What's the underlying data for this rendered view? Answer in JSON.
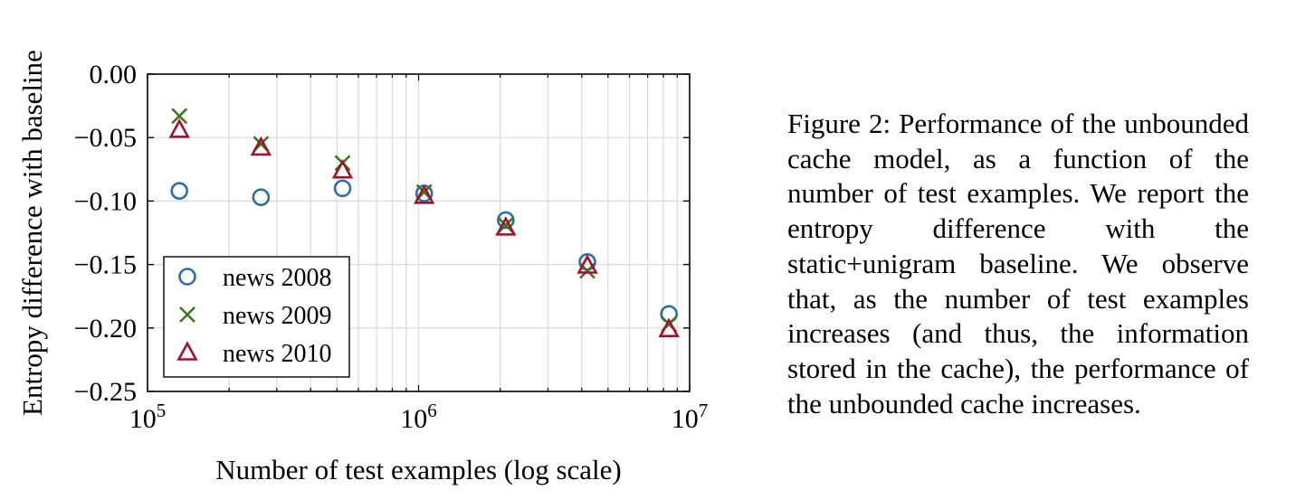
{
  "chart_data": {
    "type": "scatter",
    "xlabel": "Number of test examples (log scale)",
    "ylabel": "Entropy difference with baseline",
    "x_scale": "log",
    "xlim": [
      100000,
      10000000
    ],
    "ylim": [
      -0.25,
      0
    ],
    "x_ticks": [
      {
        "value": 100000,
        "base": "10",
        "exp": "5"
      },
      {
        "value": 1000000,
        "base": "10",
        "exp": "6"
      },
      {
        "value": 10000000,
        "base": "10",
        "exp": "7"
      }
    ],
    "y_ticks": [
      {
        "value": 0,
        "label": "0.00"
      },
      {
        "value": -0.05,
        "label": "−0.05"
      },
      {
        "value": -0.1,
        "label": "−0.10"
      },
      {
        "value": -0.15,
        "label": "−0.15"
      },
      {
        "value": -0.2,
        "label": "−0.20"
      },
      {
        "value": -0.25,
        "label": "−0.25"
      }
    ],
    "grid": true,
    "legend_position": "bottom-left",
    "x": [
      131072,
      262144,
      524288,
      1048576,
      2097152,
      4194304,
      8388608
    ],
    "series": [
      {
        "name": "news 2008",
        "marker": "circle",
        "color": "#2c6fa6",
        "values": [
          -0.092,
          -0.097,
          -0.09,
          -0.094,
          -0.115,
          -0.148,
          -0.189
        ]
      },
      {
        "name": "news 2009",
        "marker": "cross",
        "color": "#3a7a1e",
        "values": [
          -0.033,
          -0.055,
          -0.07,
          -0.093,
          -0.119,
          -0.155,
          -0.197
        ]
      },
      {
        "name": "news 2010",
        "marker": "triangle",
        "color": "#a3102b",
        "values": [
          -0.044,
          -0.058,
          -0.076,
          -0.096,
          -0.121,
          -0.151,
          -0.201
        ]
      }
    ]
  },
  "caption": "Figure 2:  Performance of the unbounded cache model, as a function of the number of test examples.  We report the entropy difference with the static+unigram baseline. We observe that, as the number of test examples increases (and thus, the information stored in the cache), the performance of the unbounded cache increases."
}
